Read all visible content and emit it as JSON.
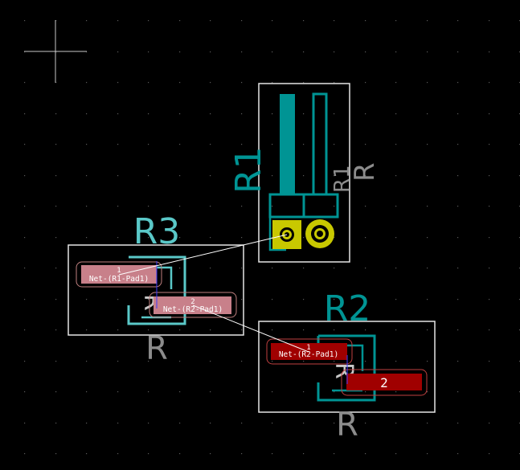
{
  "canvas": {
    "background": "#000000",
    "grid_color": "#5a5a5a",
    "cursor_color": "#c8c8c8"
  },
  "colors": {
    "silkscreen": "#c8c8c8",
    "courtyard": "#e6e6e6",
    "fab_teal": "#009494",
    "fab_light": "#5ac8c8",
    "pad_selected": "#c8808a",
    "pad_red": "#a00000",
    "pad_outline": "#c08080",
    "tht_pad": "#c8c800",
    "ratsnest": "#ffffff",
    "via_blue": "#3c3cff"
  },
  "components": {
    "r1": {
      "ref_fab": "R1",
      "ref_silk": "R1",
      "value_silk": "R"
    },
    "r3": {
      "ref_top": "R3",
      "value_bottom": "R",
      "value_rot": "R",
      "pad1_num": "1",
      "pad1_net": "Net-(R1-Pad1)",
      "pad2_num": "2",
      "pad2_net": "Net-(R2-Pad1)"
    },
    "r2": {
      "ref_top": "R2",
      "value_bottom": "R",
      "value_rot": "R",
      "pad1_num": "1",
      "pad1_net": "Net-(R2-Pad1)",
      "pad2_num": "2"
    }
  }
}
